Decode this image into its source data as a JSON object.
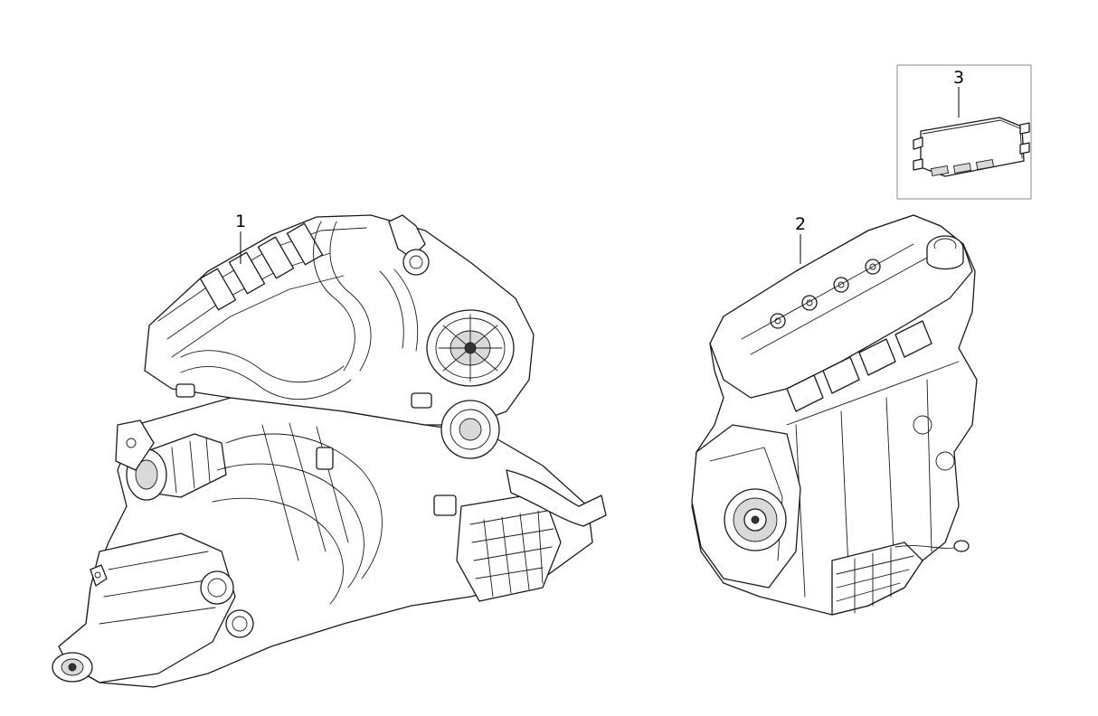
{
  "diagram": {
    "callouts": [
      {
        "number": "1",
        "part": "engine-transmission-assembly"
      },
      {
        "number": "2",
        "part": "long-block-engine"
      },
      {
        "number": "3",
        "part": "engine-control-module"
      }
    ]
  }
}
